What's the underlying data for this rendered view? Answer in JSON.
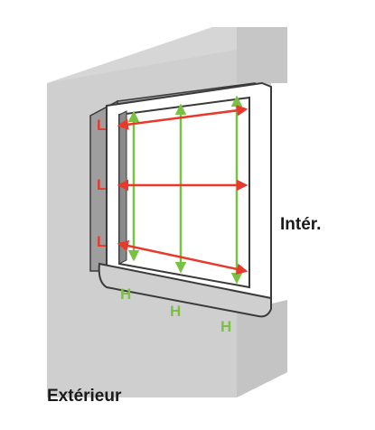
{
  "labels": {
    "exterior": "Extérieur",
    "interior": "Intér.",
    "width_marker": "L",
    "height_marker": "H"
  },
  "colors": {
    "wall_front": "#cfcfcf",
    "wall_dark": "#bdbdbd",
    "wall_light": "#e2e2e2",
    "frame_white": "#ffffff",
    "outline": "#3a3a3a",
    "width_arrow": "#e8392a",
    "height_arrow": "#79c143",
    "text": "#1a1a1a"
  }
}
